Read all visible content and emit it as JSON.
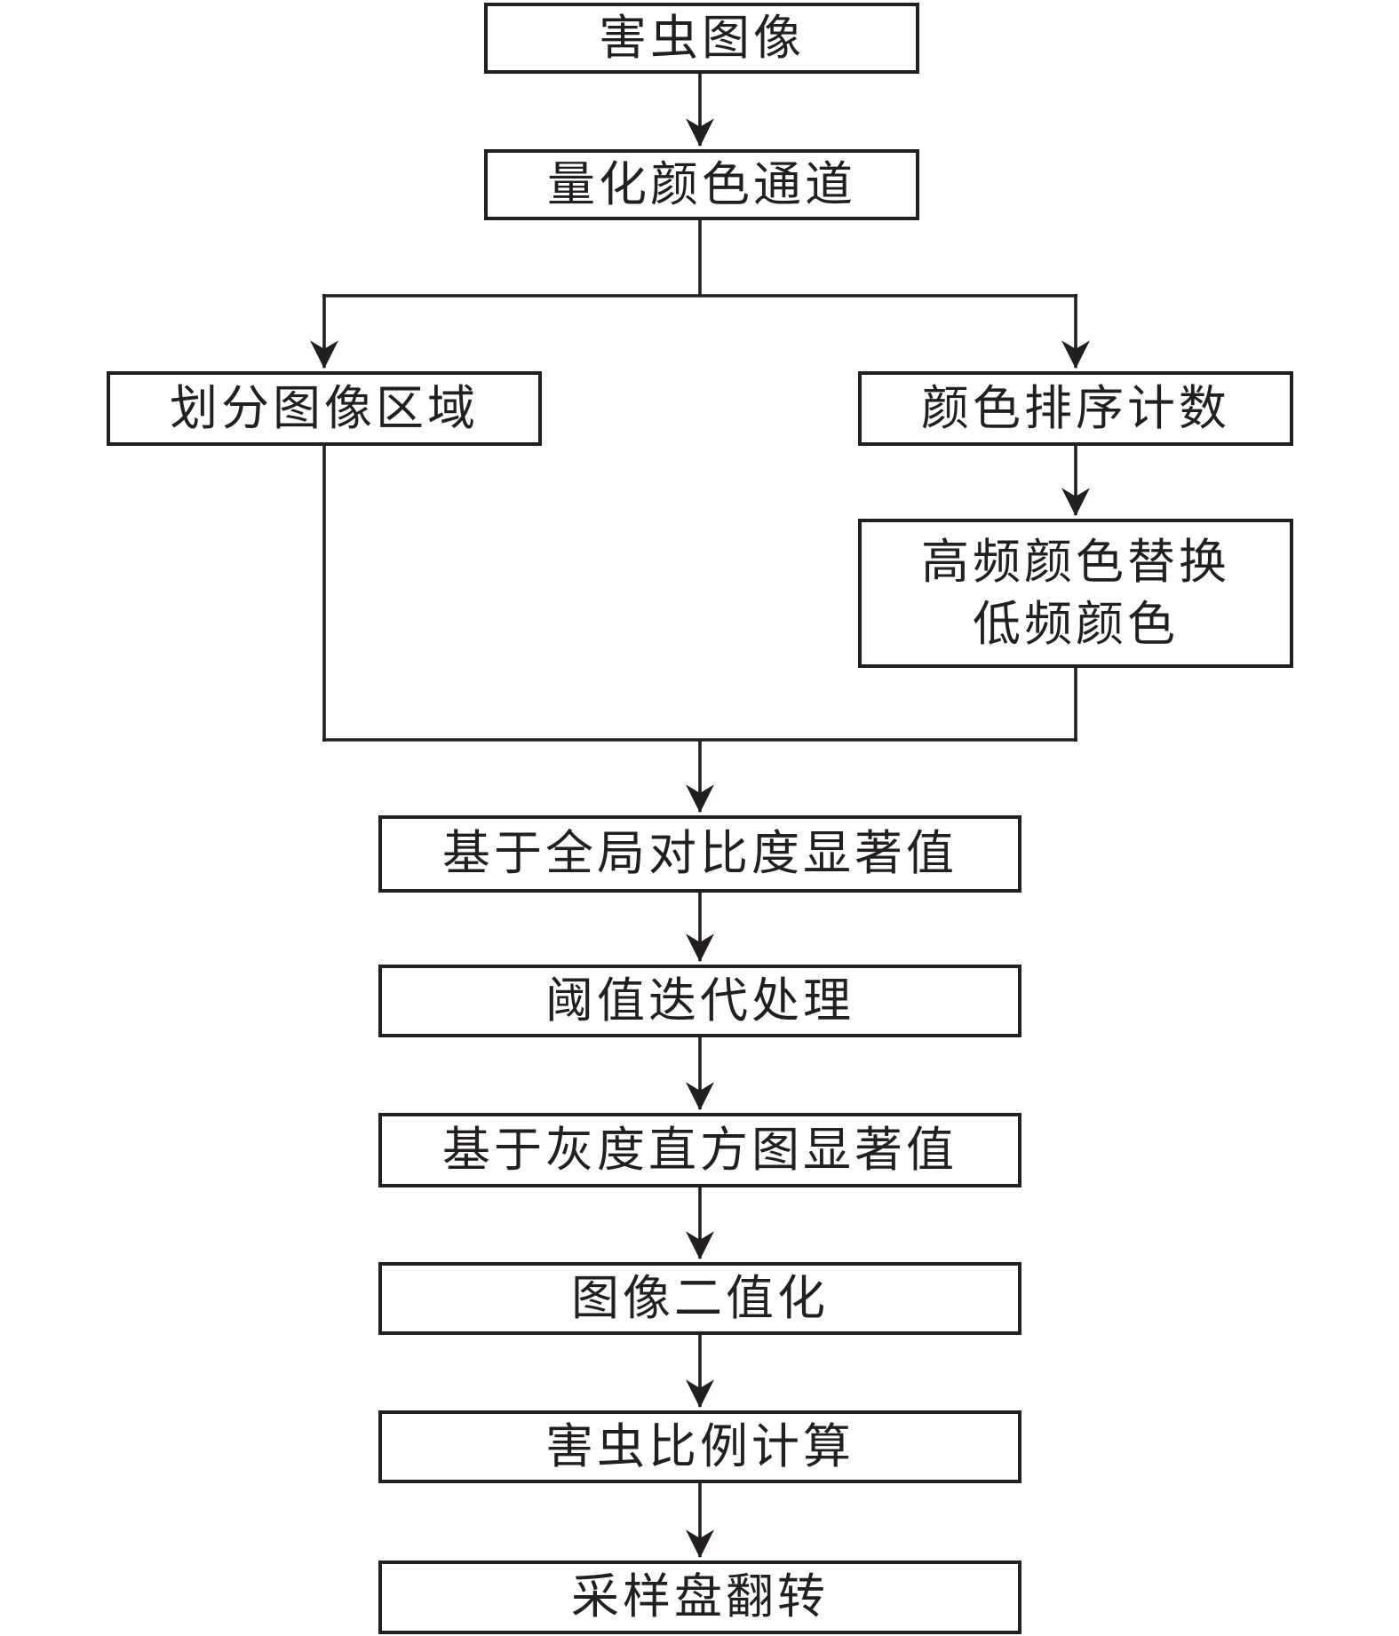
{
  "diagram": {
    "type": "flowchart",
    "title": "",
    "colors": {
      "stroke": "#231f20",
      "box_fill": "#ffffff",
      "text": "#231f20",
      "background": "#ffffff"
    },
    "nodes": {
      "pest_image": {
        "label": "害虫图像"
      },
      "quantize_color_channel": {
        "label": "量化颜色通道"
      },
      "divide_image_region": {
        "label": "划分图像区域"
      },
      "color_sort_count": {
        "label": "颜色排序计数"
      },
      "high_freq_replace": {
        "label": "高频颜色替换 低频颜色",
        "line1": "高频颜色替换",
        "line2": "低频颜色"
      },
      "global_contrast_saliency": {
        "label": "基于全局对比度显著值"
      },
      "threshold_iteration": {
        "label": "阈值迭代处理"
      },
      "gray_histogram_saliency": {
        "label": "基于灰度直方图显著值"
      },
      "image_binarization": {
        "label": "图像二值化"
      },
      "pest_ratio_calc": {
        "label": "害虫比例计算"
      },
      "sampling_plate_flip": {
        "label": "采样盘翻转"
      }
    },
    "edges": [
      {
        "from": "pest_image",
        "to": "quantize_color_channel",
        "arrow": true
      },
      {
        "from": "quantize_color_channel",
        "to": "divide_image_region",
        "arrow": true
      },
      {
        "from": "quantize_color_channel",
        "to": "color_sort_count",
        "arrow": true
      },
      {
        "from": "color_sort_count",
        "to": "high_freq_replace",
        "arrow": true
      },
      {
        "from": "divide_image_region",
        "to": "global_contrast_saliency",
        "arrow": true
      },
      {
        "from": "high_freq_replace",
        "to": "global_contrast_saliency",
        "arrow": true
      },
      {
        "from": "global_contrast_saliency",
        "to": "threshold_iteration",
        "arrow": true
      },
      {
        "from": "threshold_iteration",
        "to": "gray_histogram_saliency",
        "arrow": true
      },
      {
        "from": "gray_histogram_saliency",
        "to": "image_binarization",
        "arrow": true
      },
      {
        "from": "image_binarization",
        "to": "pest_ratio_calc",
        "arrow": true
      },
      {
        "from": "pest_ratio_calc",
        "to": "sampling_plate_flip",
        "arrow": true
      }
    ]
  }
}
